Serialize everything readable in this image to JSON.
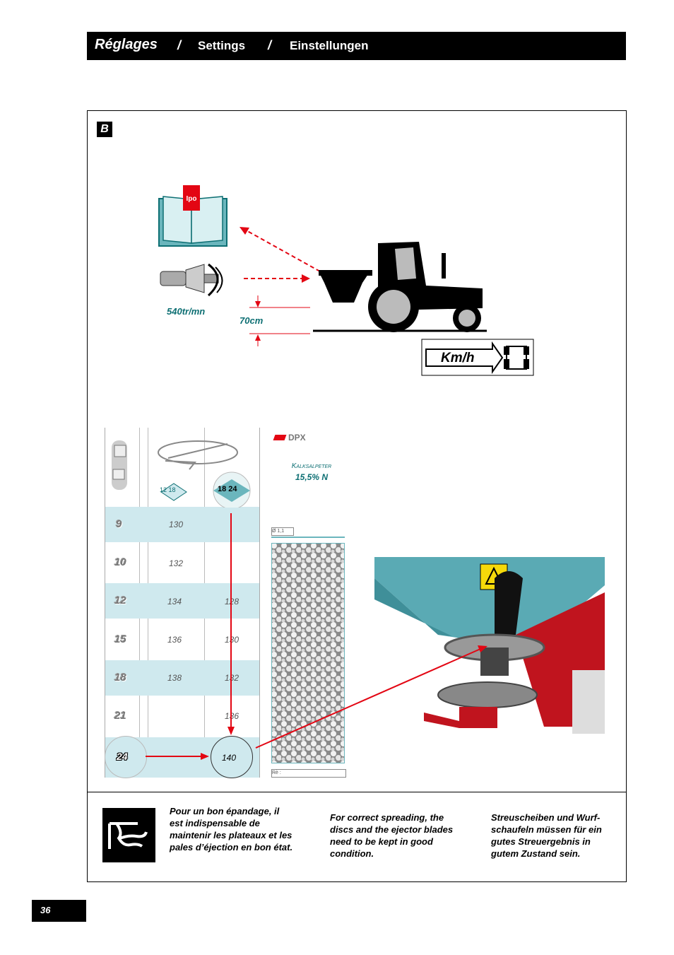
{
  "header": {
    "title_fr": "Réglages",
    "sep1": "/",
    "title_en": "Settings",
    "sep2": "/",
    "title_de": "Einstellungen"
  },
  "section_badge": "B",
  "diagram": {
    "pto_speed": "540tr/mn",
    "height": "70cm",
    "speed_label": "Km/h"
  },
  "chart": {
    "brand": "DPX",
    "product_line1": "Kalksalpeter",
    "product_line2": "15,5% N",
    "col1_label": "12 18",
    "col2_label": "18 24",
    "size_label": "Ø 1,1",
    "footer_label": "Rè :",
    "rows": [
      {
        "width": "9",
        "a": "130",
        "b": ""
      },
      {
        "width": "10",
        "a": "132",
        "b": ""
      },
      {
        "width": "12",
        "a": "134",
        "b": "128"
      },
      {
        "width": "15",
        "a": "136",
        "b": "130"
      },
      {
        "width": "18",
        "a": "138",
        "b": "132"
      },
      {
        "width": "21",
        "a": "",
        "b": "136"
      },
      {
        "width": "24",
        "a": "",
        "b": "140"
      }
    ]
  },
  "notes": {
    "fr": "Pour un bon épandage, il est indispensable de maintenir les plateaux et les pales d’éjection en bon état.",
    "en": "For correct spreading, the discs and the ejector blades need to be kept in good condition.",
    "de": "Streuscheiben und Wurf-schaufeln müssen für ein gutes Streuergebnis in gutem Zustand sein."
  },
  "page_number": "36",
  "colors": {
    "accent": "#0d6f73",
    "arrow": "#e30613",
    "band": "#cfe9ee"
  }
}
